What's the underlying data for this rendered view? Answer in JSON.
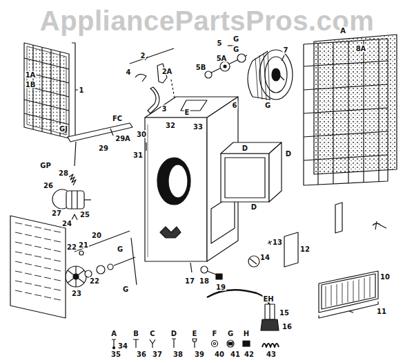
{
  "diagram": {
    "labels": [
      "AppliancePartsPros.com",
      "1A",
      "1B",
      "1",
      "2",
      "2A",
      "4",
      "3",
      "E",
      "5",
      "G",
      "G",
      "5B",
      "5A",
      "7",
      "A",
      "8A",
      "G",
      "6",
      "GJ",
      "FC",
      "29A",
      "29",
      "GP",
      "32",
      "33",
      "30",
      "31",
      "D",
      "D",
      "D",
      "28",
      "26",
      "27",
      "25",
      "24",
      "20",
      "21",
      "22",
      "23",
      "22",
      "G",
      "G",
      "13",
      "14",
      "12",
      "17",
      "18",
      "19",
      "EH",
      "15",
      "16",
      "10",
      "11",
      "A",
      "34",
      "35",
      "B",
      "36",
      "C",
      "37",
      "D",
      "38",
      "E",
      "39",
      "F",
      "40",
      "G",
      "41",
      "H",
      "42",
      "43"
    ]
  }
}
